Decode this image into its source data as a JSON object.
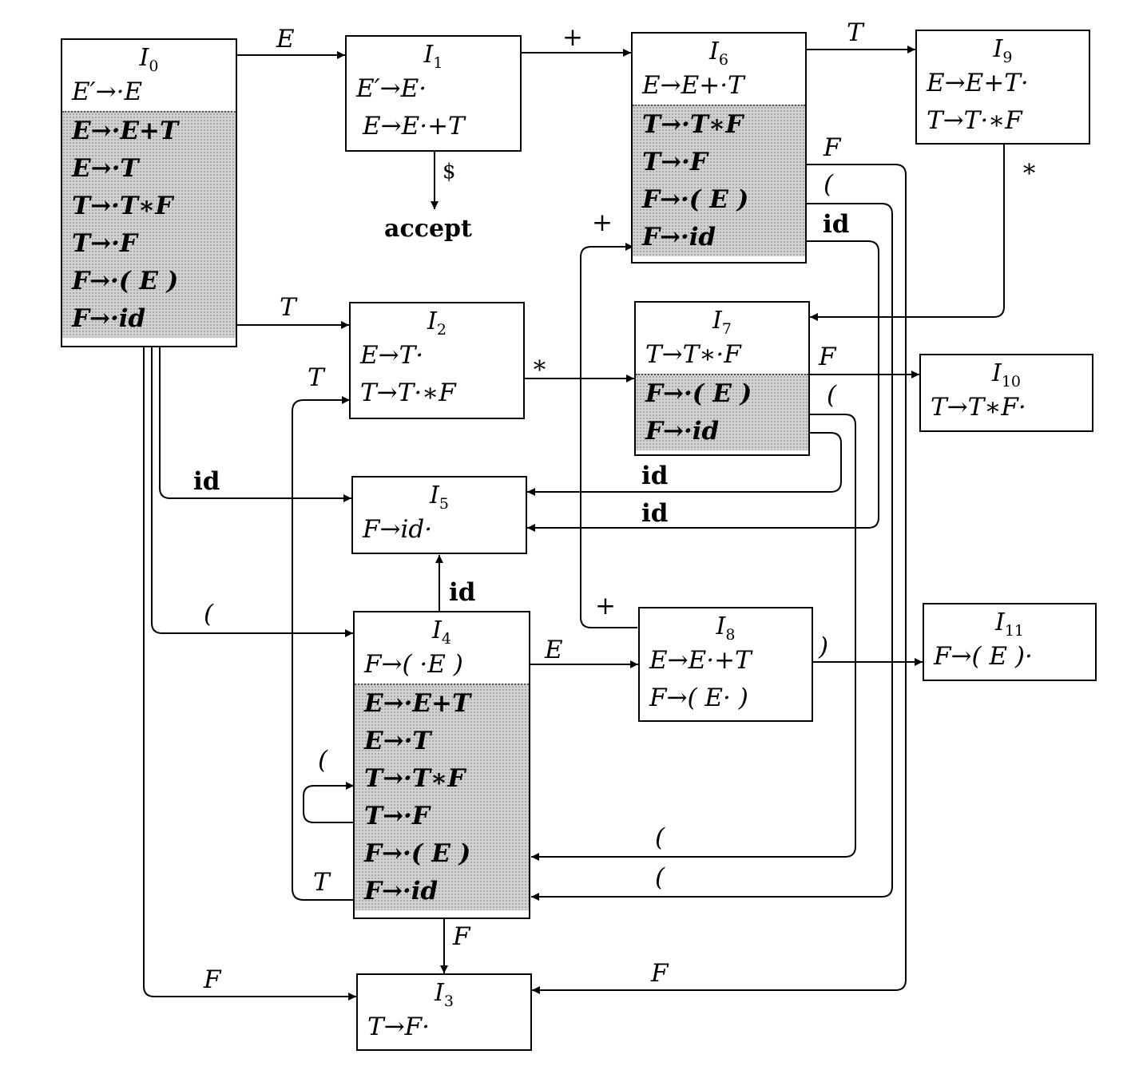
{
  "states": [
    {
      "name": "I0",
      "title": "I",
      "sub": "0",
      "kernel": [
        "E′→·E"
      ],
      "closure": [
        "E→·E+T",
        "E→·T",
        "T→·T∗F",
        "T→·F",
        "F→·( E )",
        "F→·id"
      ]
    },
    {
      "name": "I1",
      "title": "I",
      "sub": "1",
      "kernel": [
        "E′→E·",
        "E→E·+T"
      ],
      "closure": []
    },
    {
      "name": "I2",
      "title": "I",
      "sub": "2",
      "kernel": [
        "E→T·",
        "T→T·∗F"
      ],
      "closure": []
    },
    {
      "name": "I3",
      "title": "I",
      "sub": "3",
      "kernel": [
        "T→F·"
      ],
      "closure": []
    },
    {
      "name": "I4",
      "title": "I",
      "sub": "4",
      "kernel": [
        "F→( ·E )"
      ],
      "closure": [
        "E→·E+T",
        "E→·T",
        "T→·T∗F",
        "T→·F",
        "F→·( E )",
        "F→·id"
      ]
    },
    {
      "name": "I5",
      "title": "I",
      "sub": "5",
      "kernel": [
        "F→id·"
      ],
      "closure": []
    },
    {
      "name": "I6",
      "title": "I",
      "sub": "6",
      "kernel": [
        "E→E+·T"
      ],
      "closure": [
        "T→·T∗F",
        "T→·F",
        "F→·( E )",
        "F→·id"
      ]
    },
    {
      "name": "I7",
      "title": "I",
      "sub": "7",
      "kernel": [
        "T→T∗·F"
      ],
      "closure": [
        "F→·( E )",
        "F→·id"
      ]
    },
    {
      "name": "I8",
      "title": "I",
      "sub": "8",
      "kernel": [
        "E→E·+T",
        "F→( E· )"
      ],
      "closure": []
    },
    {
      "name": "I9",
      "title": "I",
      "sub": "9",
      "kernel": [
        "E→E+T·",
        "T→T·∗F"
      ],
      "closure": []
    },
    {
      "name": "I10",
      "title": "I",
      "sub": "10",
      "kernel": [
        "T→T∗F·"
      ],
      "closure": []
    },
    {
      "name": "I11",
      "title": "I",
      "sub": "11",
      "kernel": [
        "F→( E )·"
      ],
      "closure": []
    }
  ],
  "transitions": [
    {
      "from": "I0",
      "to": "I1",
      "symbol": "E"
    },
    {
      "from": "I0",
      "to": "I2",
      "symbol": "T"
    },
    {
      "from": "I0",
      "to": "I5",
      "symbol": "id"
    },
    {
      "from": "I0",
      "to": "I4",
      "symbol": "("
    },
    {
      "from": "I0",
      "to": "I3",
      "symbol": "F"
    },
    {
      "from": "I1",
      "to": "I6",
      "symbol": "+"
    },
    {
      "from": "I1",
      "to": "accept",
      "symbol": "$"
    },
    {
      "from": "I2",
      "to": "I7",
      "symbol": "∗"
    },
    {
      "from": "I4",
      "to": "I8",
      "symbol": "E"
    },
    {
      "from": "I4",
      "to": "I5",
      "symbol": "id"
    },
    {
      "from": "I4",
      "to": "I3",
      "symbol": "F"
    },
    {
      "from": "I4",
      "to": "I2",
      "symbol": "T"
    },
    {
      "from": "I4",
      "to": "I4",
      "symbol": "("
    },
    {
      "from": "I6",
      "to": "I9",
      "symbol": "T"
    },
    {
      "from": "I6",
      "to": "I3",
      "symbol": "F"
    },
    {
      "from": "I6",
      "to": "I4",
      "symbol": "("
    },
    {
      "from": "I6",
      "to": "I5",
      "symbol": "id"
    },
    {
      "from": "I7",
      "to": "I10",
      "symbol": "F"
    },
    {
      "from": "I7",
      "to": "I4",
      "symbol": "("
    },
    {
      "from": "I7",
      "to": "I5",
      "symbol": "id"
    },
    {
      "from": "I8",
      "to": "I6",
      "symbol": "+"
    },
    {
      "from": "I8",
      "to": "I11",
      "symbol": ")"
    },
    {
      "from": "I9",
      "to": "I7",
      "symbol": "∗"
    }
  ],
  "accept_label": "accept"
}
